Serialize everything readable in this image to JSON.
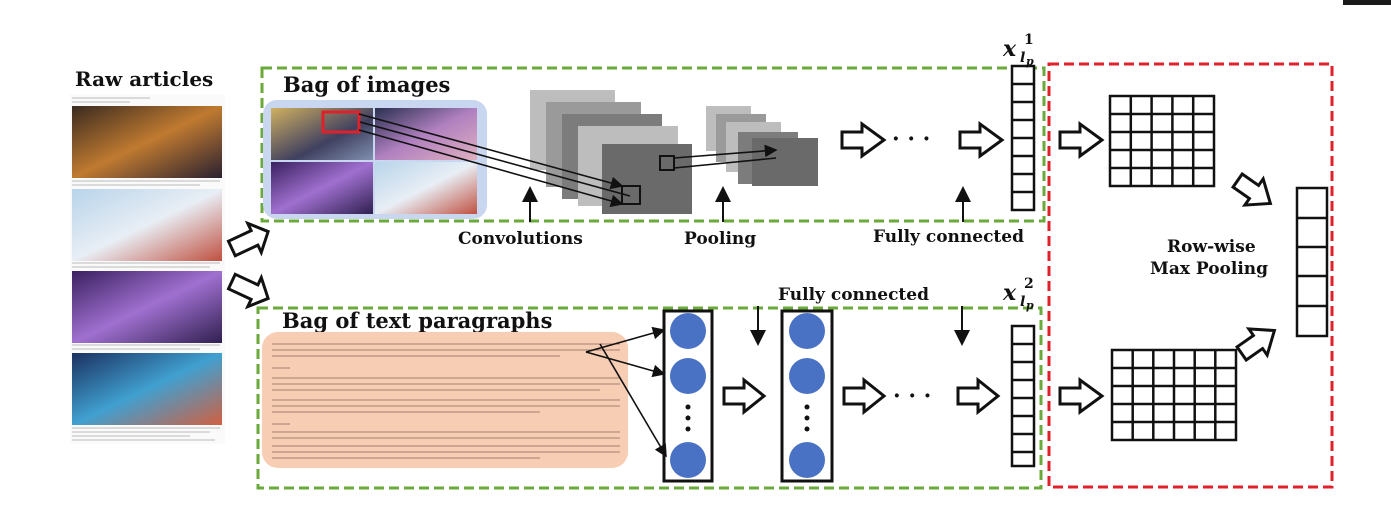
{
  "labels": {
    "raw_articles": "Raw articles",
    "bag_of_images": "Bag of images",
    "bag_of_text": "Bag of text paragraphs",
    "convolutions": "Convolutions",
    "pooling": "Pooling",
    "fully_connected_top": "Fully connected",
    "fully_connected_bottom": "Fully connected",
    "row_wise_line1": "Row-wise",
    "row_wise_line2": "Max Pooling",
    "ellipsis_top": "· · ·",
    "ellipsis_bottom": "· · ·"
  },
  "colors": {
    "green_dash": "#6aaa3a",
    "red_dash": "#e0202a",
    "image_bag_bg": "#c9d6ef",
    "text_bag_bg": "#f7cdb4",
    "node_blue": "#4a72c4",
    "dark_gray": "#6a6a6a"
  }
}
